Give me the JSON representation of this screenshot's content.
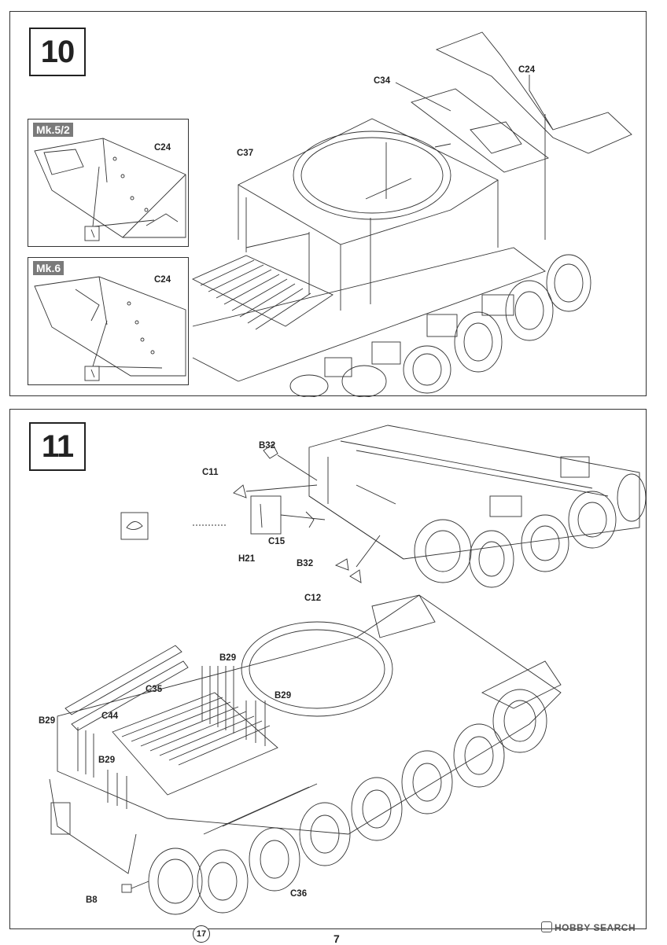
{
  "steps": [
    {
      "number": "10",
      "insets": [
        {
          "title": "Mk.5/2",
          "part": "C24"
        },
        {
          "title": "Mk.6",
          "part": "C24"
        }
      ],
      "parts": [
        "C34",
        "C24",
        "C37"
      ]
    },
    {
      "number": "11",
      "parts": [
        "B32",
        "C11",
        "C15",
        "H21",
        "B32",
        "C12",
        "C35",
        "B29",
        "B29",
        "B29",
        "C44",
        "B29",
        "B8",
        "C36"
      ],
      "subassembly_ref": "17"
    }
  ],
  "page_number": "7",
  "watermark": {
    "icon": "hobby-search-logo-icon",
    "text": "HOBBY SEARCH"
  }
}
